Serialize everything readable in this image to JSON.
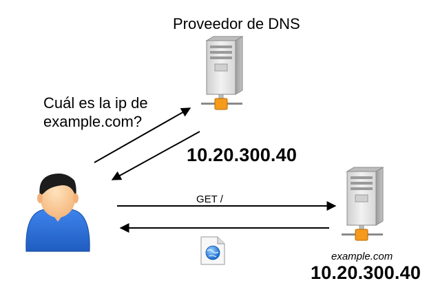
{
  "dns_provider": {
    "title": "Proveedor de DNS",
    "response_ip": "10.20.300.40"
  },
  "query": {
    "line1": "Cuál es la ip de",
    "line2": "example.com?"
  },
  "http_request": {
    "label": "GET /"
  },
  "web_server": {
    "name": "example.com",
    "ip": "10.20.300.40"
  },
  "icons": {
    "dns_server": "server-tower-icon",
    "web_server": "server-tower-icon",
    "user": "user-avatar-icon",
    "document": "web-document-icon"
  },
  "colors": {
    "user_shirt": "#2a6fd6",
    "user_skin": "#ffd2a0",
    "connector": "#f59a1b",
    "server_body": "#e4e4e4"
  }
}
